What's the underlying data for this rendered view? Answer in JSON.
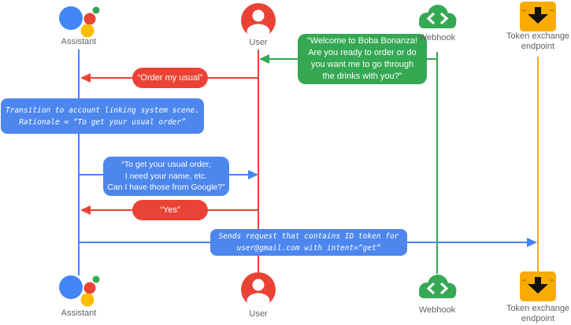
{
  "colors": {
    "blue": "#4285F4",
    "red": "#EA4335",
    "green": "#34A853",
    "yellow": "#F9AB00",
    "label_gray": "#5F6368",
    "bubble_blue": "#4D87EE"
  },
  "actors": {
    "assistant": {
      "label": "Assistant"
    },
    "user": {
      "label": "User"
    },
    "webhook": {
      "label": "Webhook"
    },
    "token": {
      "label_line1": "Token exchange",
      "label_line2": "endpoint"
    }
  },
  "messages": {
    "welcome": {
      "from": "webhook",
      "to": "user",
      "line1": "“Welcome to Boba Bonanza!",
      "line2": "Are you ready to order or do",
      "line3": "you want me to go through",
      "line4": "the drinks with you?”"
    },
    "order_usual": {
      "from": "user",
      "to": "assistant",
      "text": "“Order my usual”"
    },
    "transition_note": {
      "on": "assistant",
      "line1": "Transition to account linking system scene.",
      "line2": "Rationale = “To get your usual order”"
    },
    "name_request": {
      "from": "assistant",
      "to": "user",
      "line1": "“To get your usual order,",
      "line2": "I need your name, etc.",
      "line3": "Can I have those from Google?”"
    },
    "yes": {
      "from": "user",
      "to": "assistant",
      "text": "“Yes”"
    },
    "token_request": {
      "from": "assistant",
      "to": "token",
      "line1": "Sends request that contains ID token for",
      "line2": "user@gmail.com with intent=“get”"
    }
  }
}
